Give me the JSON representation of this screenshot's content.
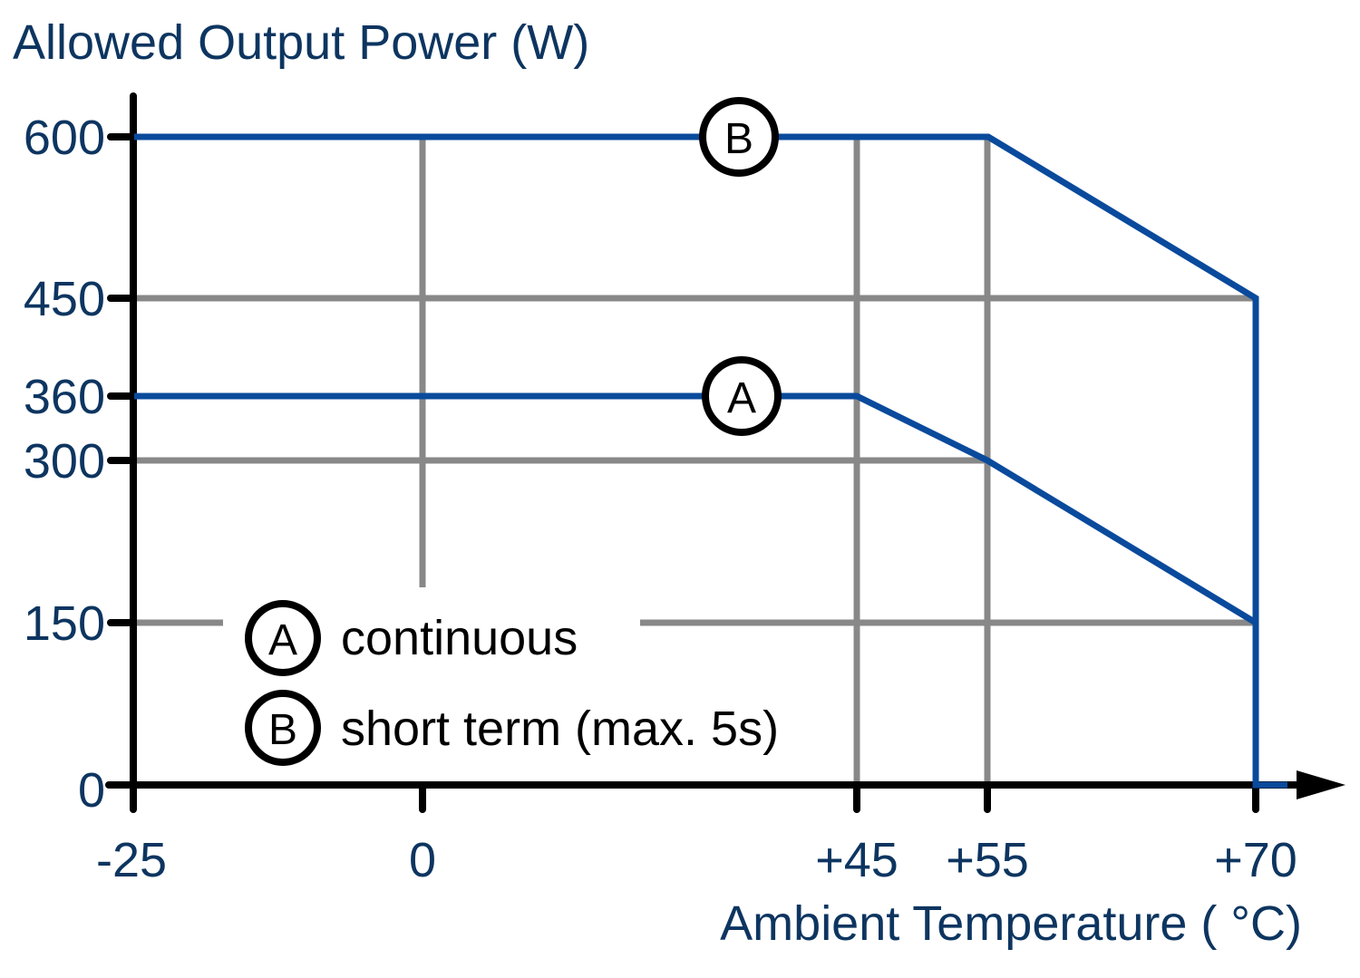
{
  "chart_data": {
    "type": "line",
    "title": "",
    "ylabel": "Allowed Output Power (W)",
    "xlabel": "Ambient Temperature (  °C)",
    "x_ticks": [
      "-25",
      "0",
      "+45",
      "+55",
      "+70"
    ],
    "x_tick_values": [
      -25,
      0,
      45,
      55,
      70
    ],
    "y_ticks": [
      "0",
      "150",
      "300",
      "360",
      "450",
      "600"
    ],
    "y_tick_values": [
      0,
      150,
      300,
      360,
      450,
      600
    ],
    "xlim": [
      -25,
      72
    ],
    "ylim": [
      0,
      600
    ],
    "grid": true,
    "series": [
      {
        "name": "A",
        "label": "continuous",
        "color": "#0a4a9c",
        "x": [
          -25,
          45,
          55,
          70,
          70
        ],
        "y": [
          360,
          360,
          300,
          150,
          0
        ]
      },
      {
        "name": "B",
        "label": "short term (max. 5s)",
        "color": "#0a4a9c",
        "x": [
          -25,
          55,
          70,
          70
        ],
        "y": [
          600,
          600,
          450,
          0
        ]
      }
    ],
    "annotations": [
      {
        "text": "A",
        "x": 30,
        "y": 360
      },
      {
        "text": "B",
        "x": 30,
        "y": 600
      }
    ],
    "legend": {
      "position": "lower-left",
      "entries": [
        {
          "marker": "A",
          "label": "continuous"
        },
        {
          "marker": "B",
          "label": "short term (max. 5s)"
        }
      ]
    }
  },
  "labels": {
    "y_axis_title": "Allowed Output Power (W)",
    "x_axis_title": "Ambient Temperature (  °C)",
    "marker_a": "A",
    "marker_b": "B",
    "legend_a": "continuous",
    "legend_b": "short term (max. 5s)",
    "x": {
      "t0": "-25",
      "t1": "0",
      "t2": "+45",
      "t3": "+55",
      "t4": "+70"
    },
    "y": {
      "t0": "0",
      "t1": "150",
      "t2": "300",
      "t3": "360",
      "t4": "450",
      "t5": "600"
    }
  },
  "colors": {
    "curve": "#0a4a9c",
    "grid": "#888888",
    "axis": "#000000",
    "text": "#0d3560"
  }
}
